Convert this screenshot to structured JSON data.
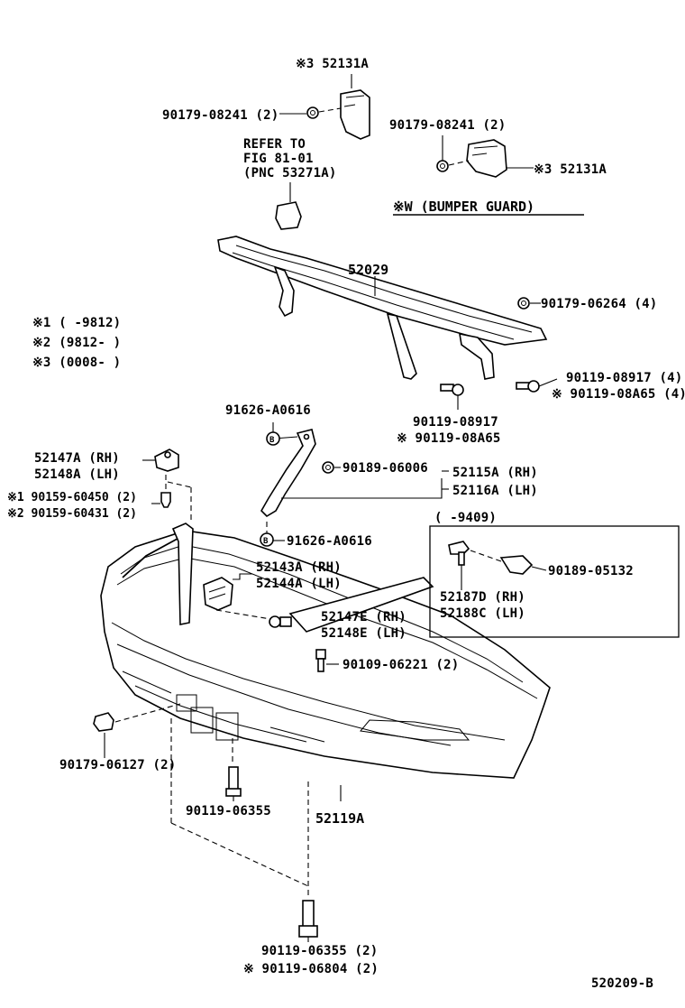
{
  "labels": {
    "top_guard_part": "※3 52131A",
    "top_left_nut": "90179-08241 (2)",
    "refer_line1": "REFER TO",
    "refer_line2": "FIG 81-01",
    "refer_line3": "(PNC 53271A)",
    "right_guard_nut": "90179-08241 (2)",
    "right_guard_part": "※3 52131A",
    "bumper_guard_note": "※W (BUMPER GUARD)",
    "reinforcement": "52029",
    "reinforcement_nut": "90179-06264 (4)",
    "legend1": "※1 (      -9812)",
    "legend2": "※2 (9812-      )",
    "legend3": "※3 (0008-      )",
    "bolt_right_a": "90119-08917 (4)",
    "bolt_right_b": "※ 90119-08A65 (4)",
    "bolt_center_a": "90119-08917",
    "bolt_center_b": "※ 90119-08A65",
    "clip_top": "91626-A0616",
    "nut_06006": "90189-06006",
    "stay_rh": "52115A (RH)",
    "stay_lh": "52116A (LH)",
    "retainer_rh": "52147A (RH)",
    "retainer_lh": "52148A (LH)",
    "screw1": "※1 90159-60450 (2)",
    "screw2": "※2 90159-60431 (2)",
    "clip_bottom": "91626-A0616",
    "box_range": "(      -9409)",
    "box_clip": "90189-05132",
    "box_rh": "52187D (RH)",
    "box_lh": "52188C (LH)",
    "support_rh": "52143A (RH)",
    "support_lh": "52144A (LH)",
    "retainer_e_rh": "52147E (RH)",
    "retainer_e_lh": "52148E (LH)",
    "bolt_06221": "90109-06221 (2)",
    "nut_06127": "90179-06127 (2)",
    "bolt_06355": "90119-06355",
    "bumper_cover": "52119A",
    "bolt_bottom_a": "90119-06355 (2)",
    "bolt_bottom_b": "※ 90119-06804 (2)",
    "figure_id": "520209-B"
  },
  "icons": {
    "clip_b": "B"
  }
}
